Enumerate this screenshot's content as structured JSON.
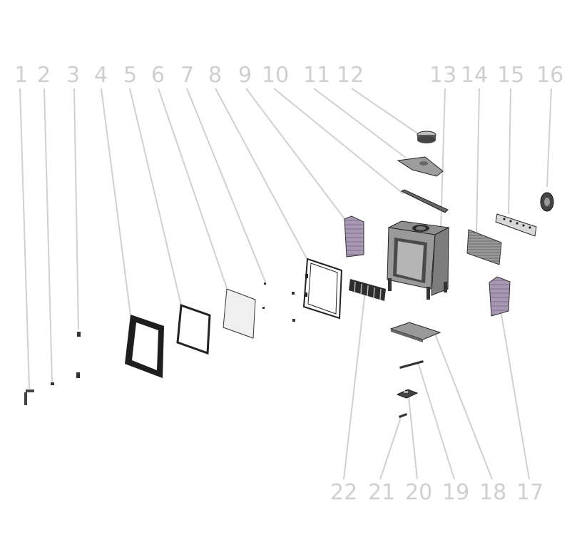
{
  "diagram": {
    "callouts_top": [
      "1",
      "2",
      "3",
      "4",
      "5",
      "6",
      "7",
      "8",
      "9",
      "10",
      "11",
      "12",
      "13",
      "14",
      "15",
      "16"
    ],
    "callouts_bottom": [
      "22",
      "21",
      "20",
      "19",
      "18",
      "17"
    ]
  },
  "colors": {
    "label": "#cfcfcf",
    "leader": "#d0d0d0",
    "ink": "#2b2b2b",
    "brick": "#a898b4",
    "glass": "#efefef",
    "body": "#9a9a9a"
  }
}
